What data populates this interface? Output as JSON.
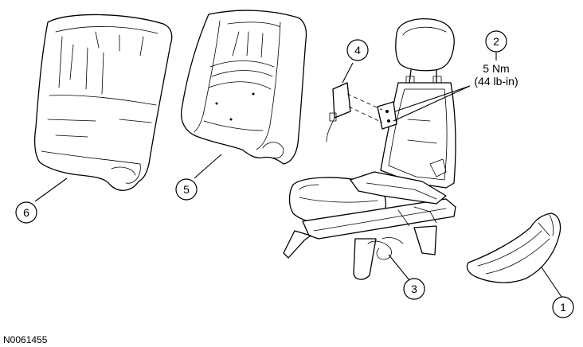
{
  "callouts": [
    {
      "id": "1",
      "label": "1"
    },
    {
      "id": "2",
      "label": "2"
    },
    {
      "id": "3",
      "label": "3"
    },
    {
      "id": "4",
      "label": "4"
    },
    {
      "id": "5",
      "label": "5"
    },
    {
      "id": "6",
      "label": "6"
    }
  ],
  "torque_spec": {
    "metric": "5 Nm",
    "imperial": "(44 lb-in)"
  },
  "figure_id": "N0061455"
}
